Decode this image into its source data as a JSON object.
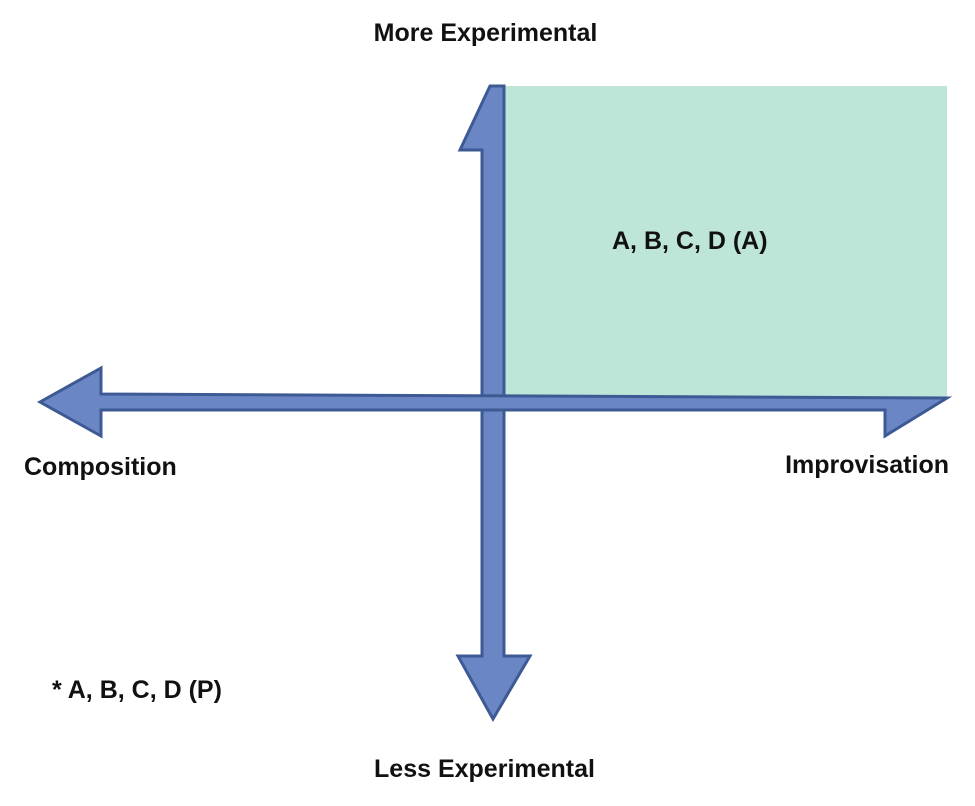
{
  "diagram": {
    "axes": {
      "top_label": "More Experimental",
      "bottom_label": "Less Experimental",
      "left_label": "Composition",
      "right_label": "Improvisation"
    },
    "quadrant": {
      "position": "top-right",
      "label": "A, B, C, D (A)",
      "fill_color": "#bde5d8"
    },
    "note": "* A, B, C, D (P)",
    "colors": {
      "arrow_fill": "#6a86c4",
      "arrow_stroke": "#3d5a94",
      "text": "#111111",
      "background": "#ffffff"
    }
  }
}
